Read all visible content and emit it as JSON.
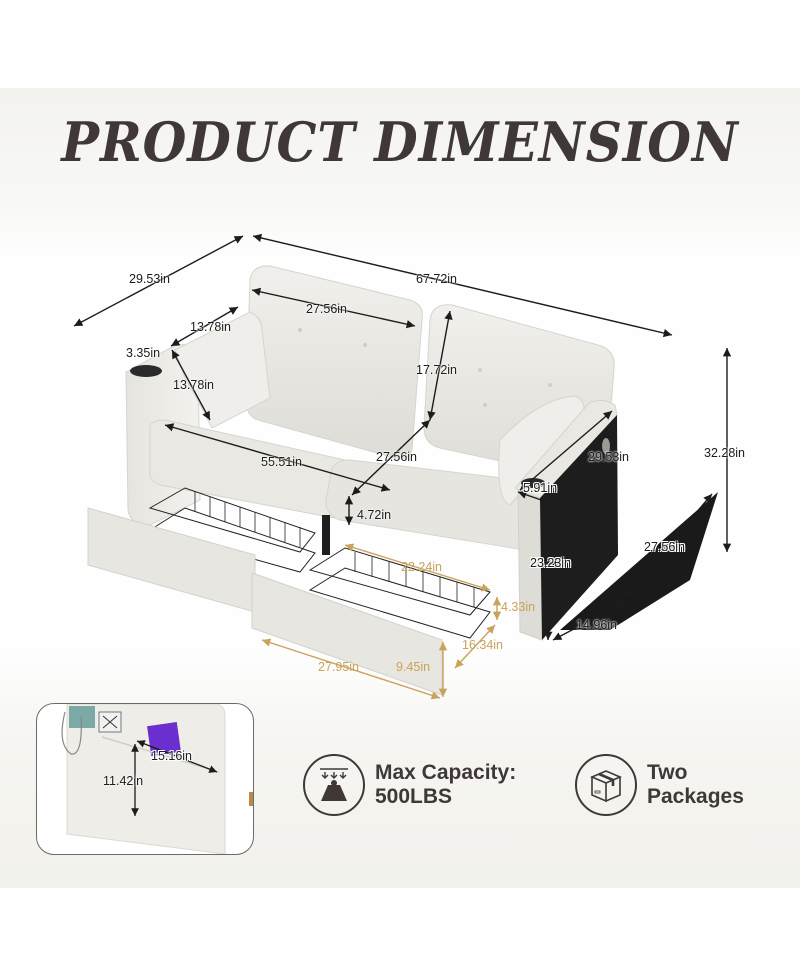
{
  "title": "PRODUCT DIMENSION",
  "colors": {
    "title": "#3f3837",
    "dimension_black": "#1c1c1c",
    "dimension_gold": "#c9a25b",
    "sofa_fabric": "#ecebe6",
    "panel_bg": "#f3f2ee"
  },
  "dimensions": {
    "overall_depth": "29.53in",
    "overall_width": "67.72in",
    "overall_height": "32.28in",
    "back_cushion_width": "27.56in",
    "pillow_width": "13.78in",
    "pillow_height": "13.78in",
    "cup_holder_left": "3.35in",
    "back_cushion_height": "17.72in",
    "seat_width": "55.51in",
    "seat_depth": "27.56in",
    "seat_thickness": "4.72in",
    "arm_depth": "29.53in",
    "arm_width": "5.91in",
    "arm_height": "23.23in",
    "side_storage_length": "27.56in",
    "side_storage_width": "14.96in",
    "drawer_basket_length": "22.24in",
    "drawer_basket_height": "4.33in",
    "drawer_basket_depth": "16.34in",
    "drawer_front_width": "27.95in",
    "drawer_front_height": "9.45in",
    "side_pocket_width": "15.16in",
    "side_pocket_height": "11.42in"
  },
  "features": [
    {
      "icon": "weight-capacity-icon",
      "line1": "Max Capacity:",
      "line2": "500LBS"
    },
    {
      "icon": "package-box-icon",
      "line1": "Two",
      "line2": "Packages"
    }
  ]
}
